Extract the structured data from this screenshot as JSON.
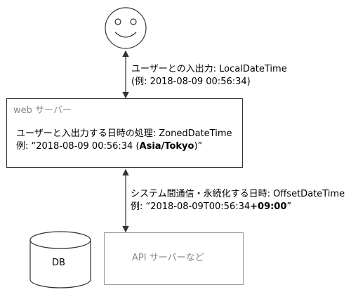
{
  "user_io": {
    "line1": "ユーザーとの入出力: LocalDateTime",
    "line2": "(例: 2018-08-09 00:56:34)"
  },
  "web_server": {
    "label": "web サーバー",
    "line1": "ユーザーと入出力する日時の処理: ZonedDateTime",
    "line2_prefix": "例: “2018-08-09 00:56:34 (",
    "line2_bold": "Asia/Tokyo",
    "line2_suffix": ")”"
  },
  "system_io": {
    "line1": "システム間通信・永続化する日時: OffsetDateTime",
    "line2_prefix": "例: “2018-08-09T00:56:34",
    "line2_bold": "+09:00",
    "line2_suffix": "”"
  },
  "db": {
    "label": "DB"
  },
  "api_server": {
    "label": "API サーバーなど"
  },
  "icons": {
    "user": "smiley-face-icon",
    "database": "database-cylinder-icon"
  },
  "colors": {
    "line": "#333333",
    "faint_text": "#888888",
    "faint_border": "#999999"
  }
}
